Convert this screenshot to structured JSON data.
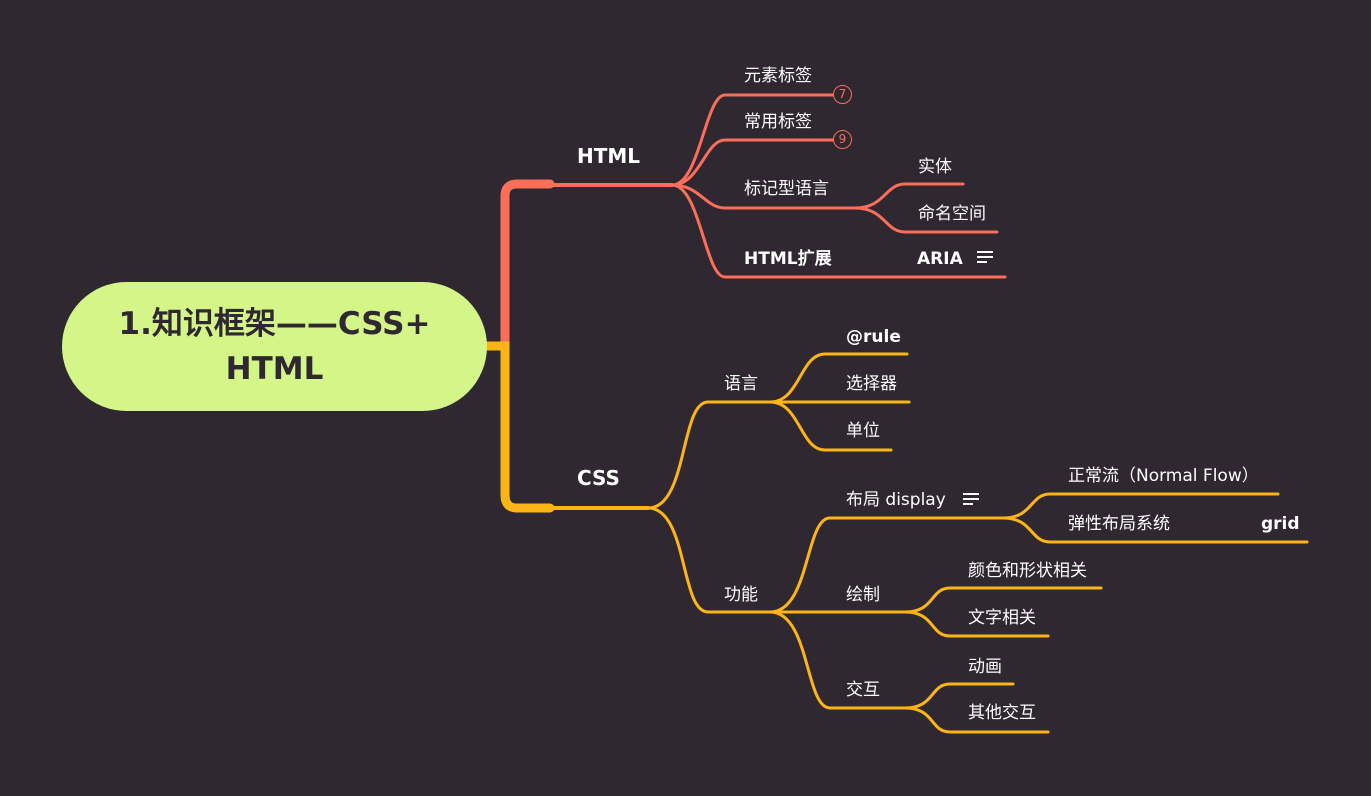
{
  "root": {
    "line1": "1.知识框架——CSS+",
    "line2": "HTML"
  },
  "colors": {
    "background": "#2f2830",
    "root_fill": "#d4f688",
    "html_branch": "#fa6e5a",
    "css_branch": "#fcb515",
    "text": "#ffffff"
  },
  "html": {
    "label": "HTML",
    "children": {
      "yuansu": {
        "label": "元素标签",
        "badge": "7"
      },
      "changyong": {
        "label": "常用标签",
        "badge": "9"
      },
      "biaoji": {
        "label": "标记型语言",
        "children": [
          "实体",
          "命名空间"
        ]
      },
      "kuozhan": {
        "label": "HTML扩展",
        "child": "ARIA"
      }
    }
  },
  "css": {
    "label": "CSS",
    "yuyan": {
      "label": "语言",
      "children": [
        "@rule",
        "选择器",
        "单位"
      ]
    },
    "gongneng": {
      "label": "功能",
      "buju": {
        "label": "布局 display",
        "children": [
          "正常流（Normal Flow）",
          "弹性布局系统"
        ],
        "grid": "grid"
      },
      "huizhi": {
        "label": "绘制",
        "children": [
          "颜色和形状相关",
          "文字相关"
        ]
      },
      "jiaohu": {
        "label": "交互",
        "children": [
          "动画",
          "其他交互"
        ]
      }
    }
  }
}
